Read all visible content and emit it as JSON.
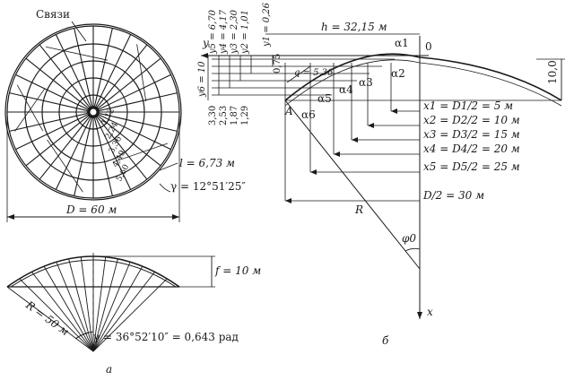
{
  "figure_a": {
    "title_ties": "Связи",
    "rib_length": "l = 6,73 м",
    "angle_gamma_plan": "γ = 12°51′25″",
    "diameter": "D = 60 м",
    "rise": "f = 10 м",
    "radius": "R = 50 м",
    "angle_gamma_section": "γ = 36°52′10″ = 0,643 рад",
    "ring_spacings": [
      "1,12",
      "2,24",
      "3,36",
      "4,49",
      "5,60"
    ],
    "caption": "а"
  },
  "figure_b": {
    "y_axis_label": "y",
    "x_axis_label": "x",
    "origin_label": "0",
    "point_a_label": "A",
    "h_label": "h = 32,15 м",
    "radius_label": "R",
    "phi_label": "φ0",
    "q_label": "q = 5,36",
    "height_label": "10,0",
    "y_labels": [
      "y6 = 10",
      "y5 = 6,70",
      "y4 = 4,17",
      "y3 = 2,30",
      "y2 = 1,01",
      "y1 = 0,26"
    ],
    "y1_offset": "0,75",
    "lower_values": [
      "3,30",
      "2,53",
      "1,87",
      "1,29"
    ],
    "alpha_labels": [
      "α1",
      "α2",
      "α3",
      "α4",
      "α5",
      "α6"
    ],
    "x_labels": [
      "x1 = D1/2 = 5 м",
      "x2 = D2/2 = 10 м",
      "x3 = D3/2 = 15 м",
      "x4 = D4/2 = 20 м",
      "x5 = D5/2 = 25 м"
    ],
    "half_diameter": "D/2 = 30 м",
    "caption": "б"
  }
}
